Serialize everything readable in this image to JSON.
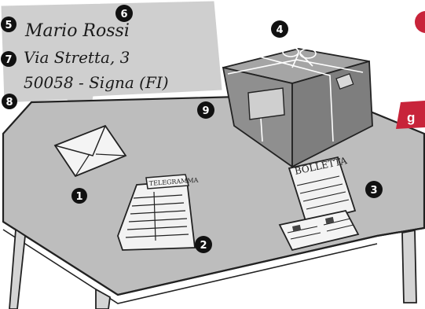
{
  "address": {
    "name": "Mario Rossi",
    "street": "Via Stretta, 3",
    "city": "50058 - Signa (FI)"
  },
  "labels": {
    "telegram": "TELEGRAMMA",
    "bill": "BOLLETTA",
    "edge_badge": "g"
  },
  "markers": [
    "1",
    "2",
    "3",
    "4",
    "5",
    "6",
    "7",
    "8",
    "9"
  ],
  "colors": {
    "table_top": "#bdbdbd",
    "callout": "#cfcfcf",
    "parcel": "#8f8f8f",
    "badge": "#c8243a"
  }
}
